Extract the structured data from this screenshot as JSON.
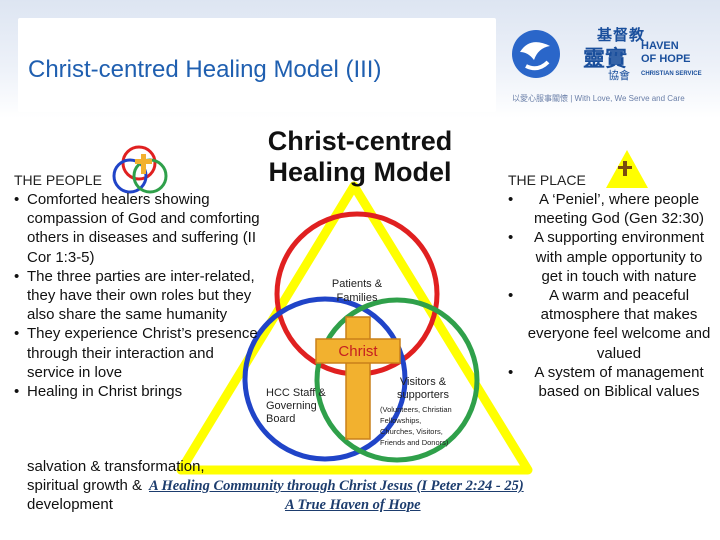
{
  "slide": {
    "title": "Christ-centred Healing Model (III)",
    "diagram_title": "Christ-centred Healing Model"
  },
  "logo": {
    "zh_top": "基督教",
    "zh_main": "靈實",
    "zh_sub": "協會",
    "en_lines": [
      "HAVEN",
      "OF HOPE"
    ],
    "en_small": "CHRISTIAN SERVICE",
    "tagline": "以愛心服事關懷 | With Love, We Serve and Care"
  },
  "people": {
    "heading": "THE PEOPLE",
    "bullets": [
      "Comforted healers showing compassion of God and comforting others in diseases and suffering (II Cor 1:3-5)",
      "The three parties are inter-related, they have their own roles but they also share the same humanity",
      "They experience Christ’s presence through their interaction and service in love",
      "Healing in Christ brings"
    ],
    "tail": [
      "salvation & transformation,",
      "spiritual growth &",
      "development"
    ]
  },
  "place": {
    "heading": "THE PLACE",
    "bullets": [
      "A ‘Peniel’, where people meeting God (Gen 32:30)",
      "A supporting environment with ample opportunity to get in touch with nature",
      "A warm and peaceful atmosphere that makes everyone feel welcome and valued",
      "A system of management based on Biblical values"
    ]
  },
  "diagram": {
    "patients": "Patients & Families",
    "christ": "Christ",
    "hcc": [
      "HCC Staff &",
      "Governing",
      "Board"
    ],
    "visitors": [
      "Visitors &",
      "supporters"
    ],
    "visitors_detail": [
      "(Volunteers, Christian",
      "Fellowships,",
      "Churches, Visitors,",
      "Friends and Donors)"
    ],
    "colors": {
      "triangle": "#ffff00",
      "circle_red": "#e02020",
      "circle_blue": "#2044c8",
      "circle_green": "#2fa04a",
      "cross": "#f2b12f",
      "cross_edge": "#c9801a"
    }
  },
  "footer": {
    "line1": "A Healing Community through Christ Jesus (I Peter 2:24 - 25)",
    "line2": "A True Haven of Hope"
  }
}
